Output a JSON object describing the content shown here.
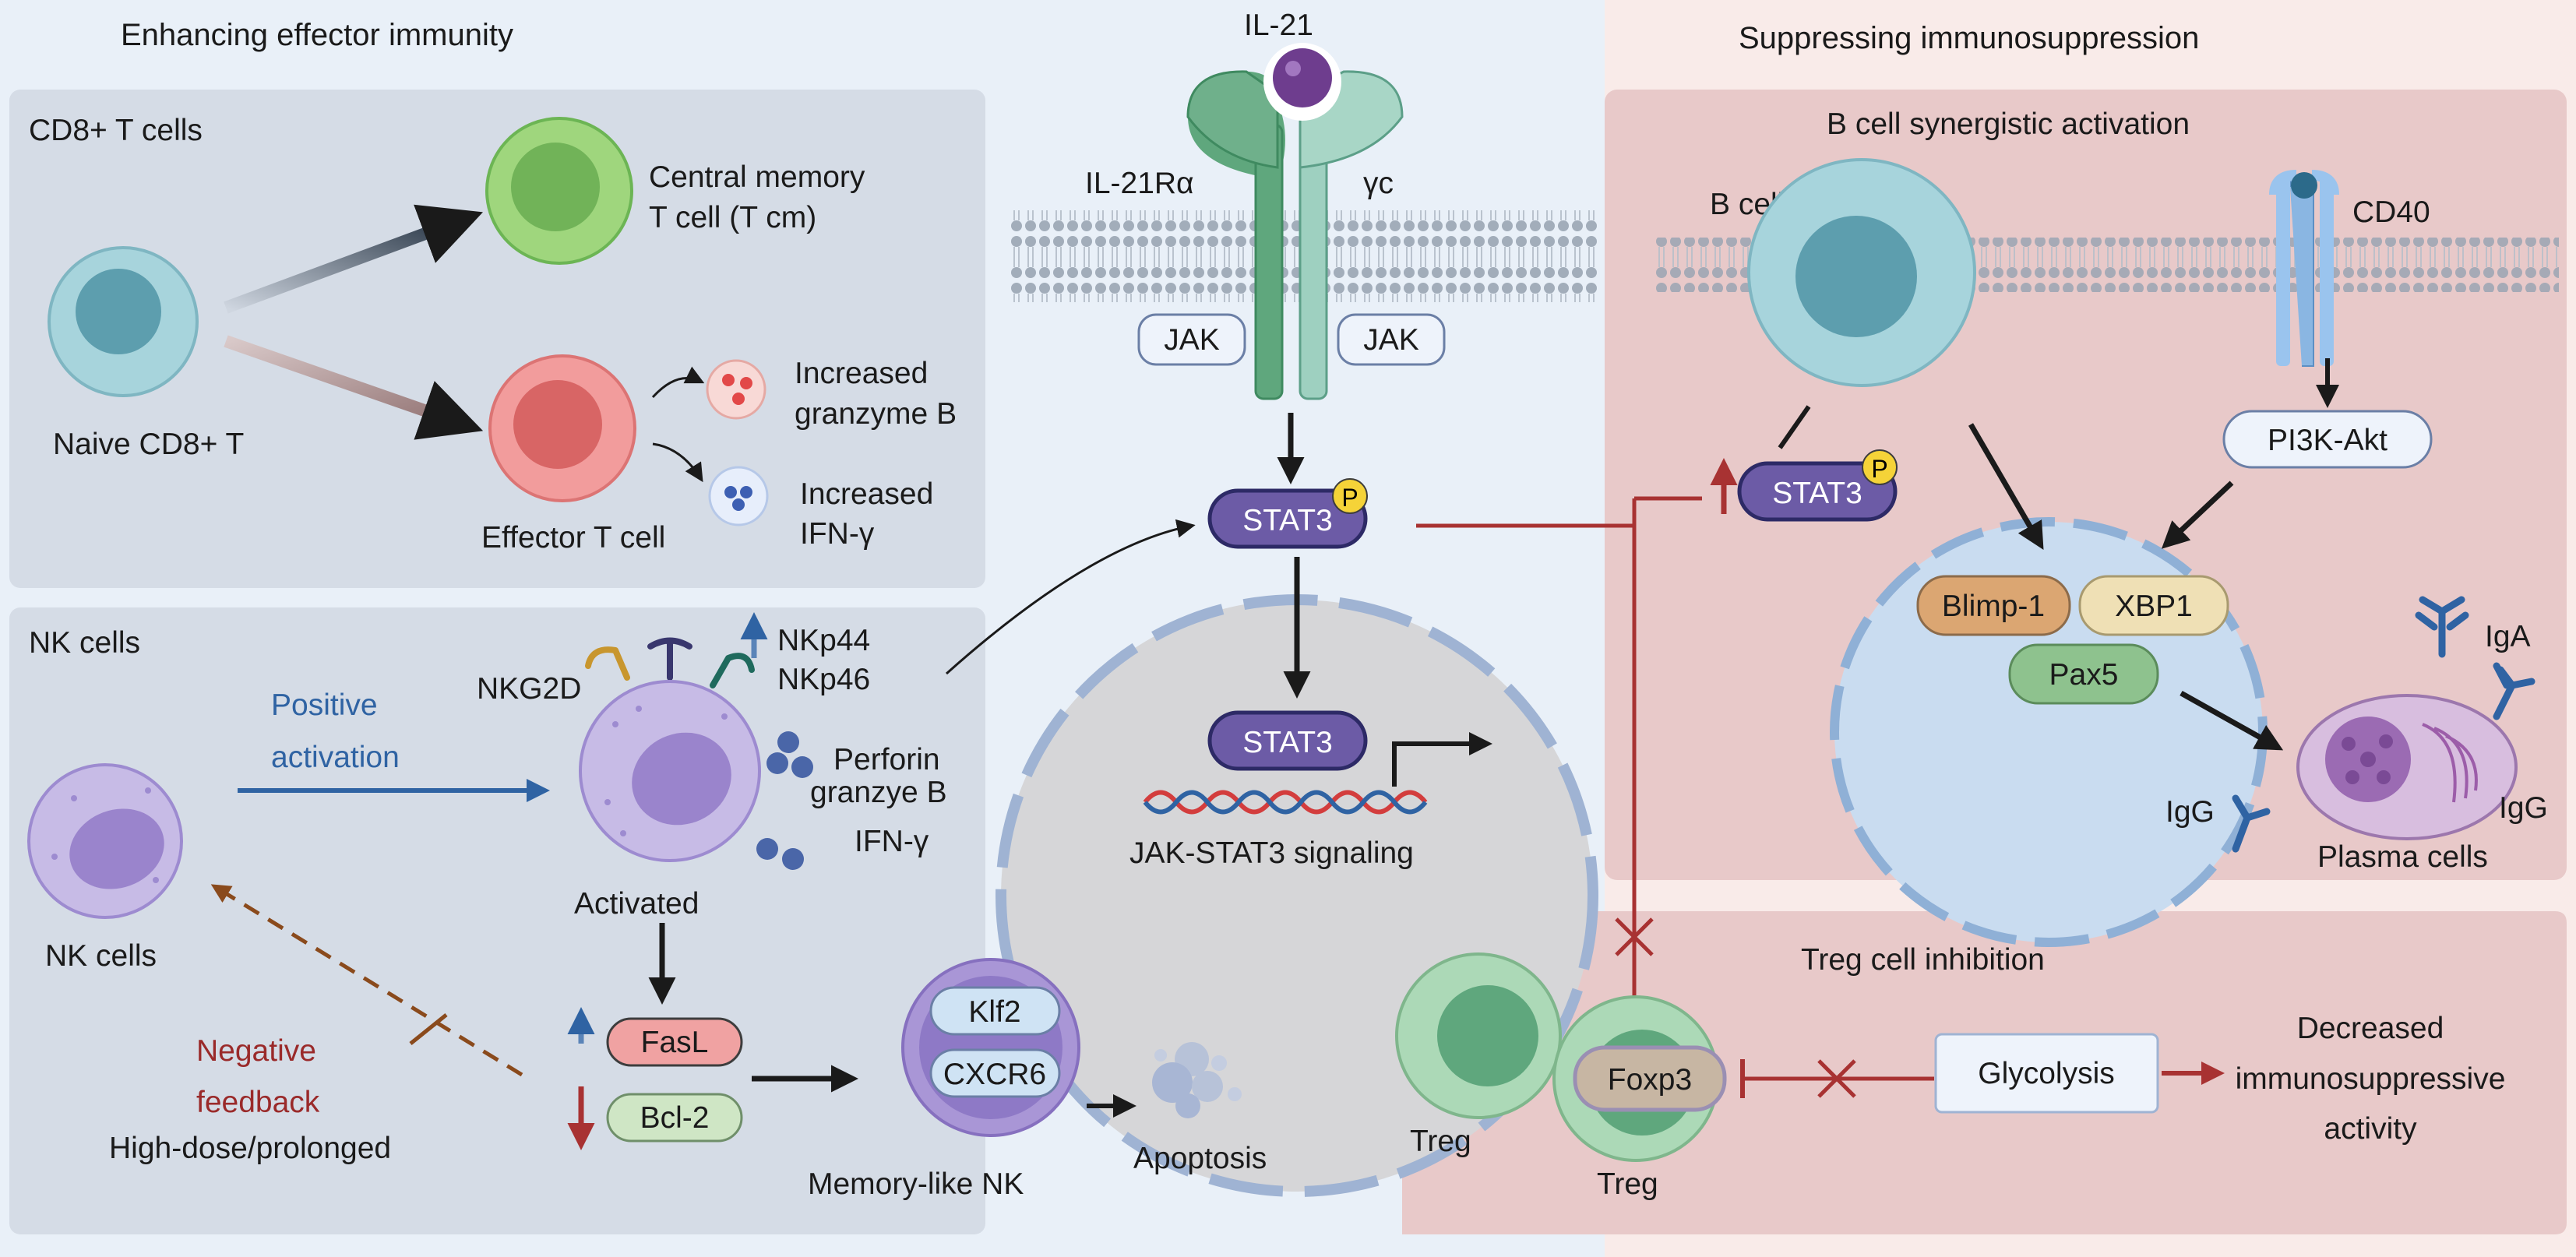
{
  "sections": {
    "left_title": "Enhancing effector immunity",
    "right_title": "Suppressing immunosuppression"
  },
  "cd8": {
    "panel_title": "CD8+ T cells",
    "naive": "Naive CD8+ T",
    "central_memory_1": "Central memory",
    "central_memory_2": "T cell (T cm)",
    "effector": "Effector T cell",
    "granzyme_1": "Increased",
    "granzyme_2": "granzyme B",
    "ifng_1": "Increased",
    "ifng_2": "IFN-γ"
  },
  "nk": {
    "panel_title": "NK cells",
    "positive_1": "Positive",
    "positive_2": "activation",
    "nk_cells": "NK cells",
    "nkg2d": "NKG2D",
    "nkp44": "NKp44",
    "nkp46": "NKp46",
    "perforin": "Perforin",
    "granzyme": "granzye B",
    "ifng": "IFN-γ",
    "activated": "Activated",
    "fasl": "FasL",
    "bcl2": "Bcl-2",
    "negative_1": "Negative",
    "negative_2": "feedback",
    "high_dose": "High-dose/prolonged",
    "klf2": "Klf2",
    "cxcr6": "CXCR6",
    "memory_nk": "Memory-like NK",
    "apoptosis": "Apoptosis"
  },
  "receptor": {
    "ligand": "IL-21",
    "alpha": "IL-21Rα",
    "gamma": "γc",
    "jak_left": "JAK",
    "jak_right": "JAK",
    "stat3": "STAT3",
    "p": "P",
    "stat3_nucleus": "STAT3",
    "signaling": "JAK-STAT3 signaling"
  },
  "bcell": {
    "panel_title": "B cell synergistic activation",
    "b_cell": "B cell",
    "cd40": "CD40",
    "stat3": "STAT3",
    "p": "P",
    "pi3k": "PI3K-Akt",
    "blimp": "Blimp-1",
    "xbp1": "XBP1",
    "pax5": "Pax5",
    "iga": "IgA",
    "igg_left": "IgG",
    "igg_right": "IgG",
    "plasma": "Plasma cells"
  },
  "treg": {
    "panel_title": "Treg cell inhibition",
    "treg_left": "Treg",
    "treg_right": "Treg",
    "foxp3": "Foxp3",
    "glycolysis": "Glycolysis",
    "decreased_1": "Decreased",
    "decreased_2": "immunosuppressive",
    "decreased_3": "activity"
  },
  "colors": {
    "left_bg": "#e9f0f8",
    "right_bg": "#f9ebe9",
    "gray_panel": "#d5dce6",
    "pink_panel": "#e8c9c9",
    "nk_purple": "#a996d6",
    "stat3_purple": "#6c5ba6",
    "receptor_green": "#6fb08b",
    "red_line": "#a83232"
  }
}
